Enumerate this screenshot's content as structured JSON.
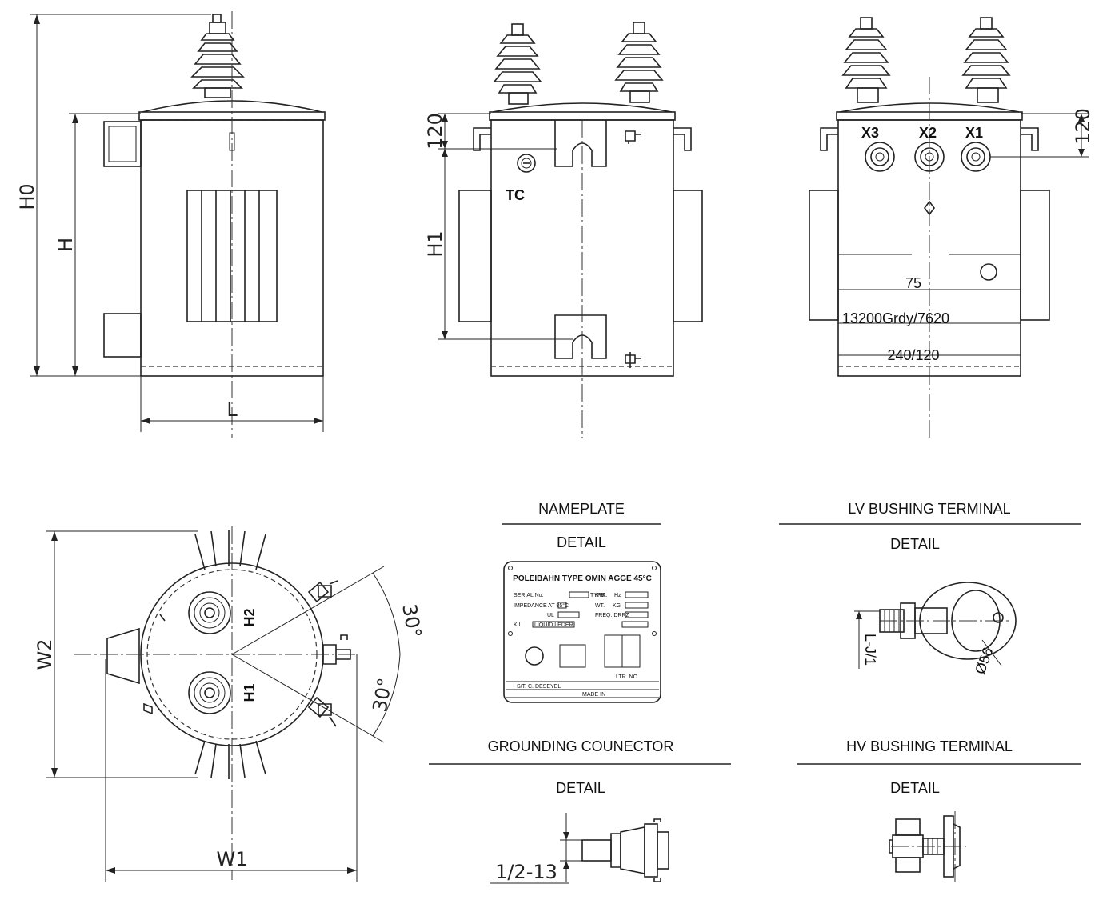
{
  "dimensions": {
    "h0": "H0",
    "h": "H",
    "l": "L",
    "h1": "H1",
    "top_120_left": "120",
    "top_120_right": "120",
    "w1": "W1",
    "w2": "W2",
    "angle_top": "30°",
    "angle_bottom": "30°",
    "thread": "1/2-13",
    "lv_dim_vertical": "L-J/1",
    "lv_dim_dia": "Ø56"
  },
  "labels": {
    "tc": "TC",
    "x3": "X3",
    "x2": "X2",
    "x1": "X1",
    "h1_bushing": "H1",
    "h2_bushing": "H2",
    "plate_kva": "75",
    "plate_hv": "13200Grdy/7620",
    "plate_lv": "240/120"
  },
  "details": {
    "nameplate_title": "NAMEPLATE",
    "nameplate_sub": "DETAIL",
    "lv_title": "LV BUSHING TERMINAL",
    "lv_sub": "DETAIL",
    "grounding_title": "GROUNDING COUNECTOR",
    "grounding_sub": "DETAIL",
    "hv_title": "HV BUSHING TERMINAL",
    "hv_sub": "DETAIL"
  },
  "nameplate": {
    "heading": "POLEIBAHN TYPE OMIN AGGE 45°C",
    "serial": "SERIAL No.",
    "type": "TYPE",
    "kva": "KVA.",
    "hz": "Hz",
    "impedance": "IMPEDANCE AT 85°C",
    "wt": "WT.",
    "kg": "KG",
    "ul": "UL",
    "freq": "FREQ. DRRZ",
    "kil": "KIL",
    "liquid": "LIQUID LEDER",
    "ltr": "LTR. NO.",
    "footer1": "S/T. C. DESEYEL",
    "footer2": "MADE IN"
  }
}
